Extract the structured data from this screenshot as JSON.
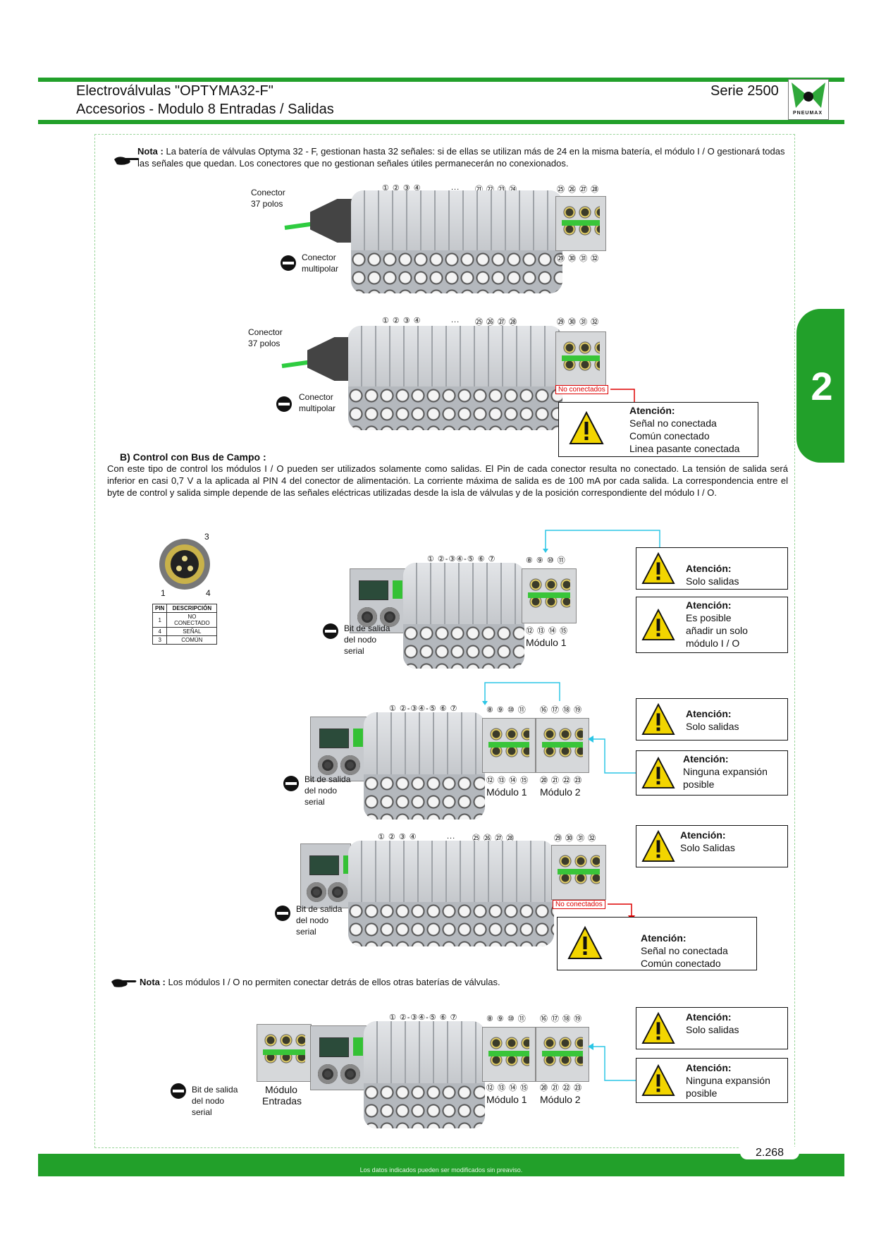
{
  "header": {
    "title_line1": "Electroválvulas \"OPTYMA32-F\"",
    "title_line2": "Accesorios - Modulo 8 Entradas / Salidas",
    "series": "Serie 2500",
    "logo_text": "PNEUMAX"
  },
  "tab_number": "2",
  "note1": {
    "label": "Nota :",
    "text": "La batería de válvulas Optyma 32 - F, gestionan hasta 32 señales: si de ellas se utilizan más de 24 en la misma batería, el módulo I / O gestionará todas las señales que quedan. Los conectores que no gestionan señales útiles permanecerán no conexionados."
  },
  "diagram1": {
    "connector_label_1": "Conector",
    "connector_label_2": "37 polos",
    "multipolar_1": "Conector",
    "multipolar_2": "multipolar",
    "top_nums_left": "① ② ③ ④",
    "dots": "...",
    "top_nums_mid": "㉑ ㉒ ㉓ ㉔",
    "top_nums_right": "㉕ ㉖ ㉗ ㉘",
    "bottom_nums_right": "㉙ ㉚ ㉛ ㉜"
  },
  "diagram2": {
    "connector_label_1": "Conector",
    "connector_label_2": "37 polos",
    "multipolar_1": "Conector",
    "multipolar_2": "multipolar",
    "top_nums_left": "① ② ③ ④",
    "dots": "...",
    "top_nums_mid": "㉕ ㉖ ㉗ ㉘",
    "top_nums_right": "㉙ ㉚ ㉛ ㉜",
    "not_connected": "No conectados",
    "warning": {
      "title": "Atención:",
      "lines": [
        "Señal no conectada",
        "Común conectado",
        "Linea pasante conectada"
      ]
    }
  },
  "section_b": {
    "heading": "B) Control con Bus de Campo :",
    "text": "Con este tipo de control los módulos I / O pueden ser utilizados solamente como salidas. El Pin de cada conector resulta no conectado. La tensión de salida será inferior en casi 0,7 V a la aplicada al PIN 4 del conector de alimentación. La corriente máxima de salida es de 100 mA por cada salida. La correspondencia entre el byte de control y salida simple depende de las señales eléctricas utilizadas desde la isla de válvulas y de la posición correspondiente del módulo I / O."
  },
  "pin_connector": {
    "pin3": "3",
    "pin1": "1",
    "pin4": "4",
    "table_headers": [
      "PIN",
      "DESCRIPCIÓN"
    ],
    "rows": [
      {
        "pin": "1",
        "desc": "NO CONECTADO"
      },
      {
        "pin": "4",
        "desc": "SEÑAL"
      },
      {
        "pin": "3",
        "desc": "COMÚN"
      }
    ]
  },
  "bus1": {
    "top_nums_left": "① ②-③④-⑤ ⑥ ⑦",
    "top_nums_right": "⑧ ⑨ ⑩ ⑪",
    "bottom_nums": "⑫ ⑬ ⑭ ⑮",
    "module_label": "Módulo 1",
    "bit_1": "Bit de salida",
    "bit_2": "del nodo",
    "bit_3": "serial",
    "warn_a": {
      "title": "Atención:",
      "lines": [
        "Solo salidas"
      ]
    },
    "warn_b": {
      "title": "Atención:",
      "lines": [
        "Es posible",
        "añadir un solo",
        "módulo I / O"
      ]
    }
  },
  "bus2": {
    "top_nums_left": "① ②-③④-⑤ ⑥ ⑦",
    "top_nums_mid": "⑧ ⑨ ⑩ ⑪",
    "top_nums_right": "⑯ ⑰ ⑱ ⑲",
    "bottom_nums_1": "⑫ ⑬ ⑭ ⑮",
    "bottom_nums_2": "⑳ ㉑ ㉒ ㉓",
    "module_1": "Módulo 1",
    "module_2": "Módulo 2",
    "bit_1": "Bit de salida",
    "bit_2": "del nodo",
    "bit_3": "serial",
    "warn_a": {
      "title": "Atención:",
      "lines": [
        "Solo salidas"
      ]
    },
    "warn_b": {
      "title": "Atención:",
      "lines": [
        "Ninguna expansión",
        "posible"
      ]
    }
  },
  "bus3": {
    "top_nums_left": "① ② ③ ④",
    "dots": "...",
    "top_nums_mid": "㉕ ㉖ ㉗ ㉘",
    "top_nums_right": "㉙ ㉚ ㉛ ㉜",
    "not_connected": "No conectados",
    "bit_1": "Bit de salida",
    "bit_2": "del nodo",
    "bit_3": "serial",
    "warn_a": {
      "title": "Atención:",
      "lines": [
        "Solo Salidas"
      ]
    },
    "warn_b": {
      "title": "Atención:",
      "lines": [
        "Señal no conectada",
        "Común conectado"
      ]
    }
  },
  "note2": {
    "label": "Nota :",
    "text": "Los módulos I / O no permiten conectar detrás de ellos otras baterías de válvulas."
  },
  "bus4": {
    "top_nums_left": "① ②-③④-⑤ ⑥ ⑦",
    "top_nums_mid": "⑧ ⑨ ⑩ ⑪",
    "top_nums_right": "⑯ ⑰ ⑱ ⑲",
    "bottom_nums_1": "⑫ ⑬ ⑭ ⑮",
    "bottom_nums_2": "⑳ ㉑ ㉒ ㉓",
    "module_1": "Módulo 1",
    "module_2": "Módulo 2",
    "module_in_1": "Módulo",
    "module_in_2": "Entradas",
    "bit_1": "Bit de salida",
    "bit_2": "del nodo",
    "bit_3": "serial",
    "warn_a": {
      "title": "Atención:",
      "lines": [
        "Solo salidas"
      ]
    },
    "warn_b": {
      "title": "Atención:",
      "lines": [
        "Ninguna expansión",
        "posible"
      ]
    }
  },
  "footer": {
    "disclaimer": "Los datos indicados pueden ser modificados sin preaviso.",
    "page": "2.268"
  }
}
